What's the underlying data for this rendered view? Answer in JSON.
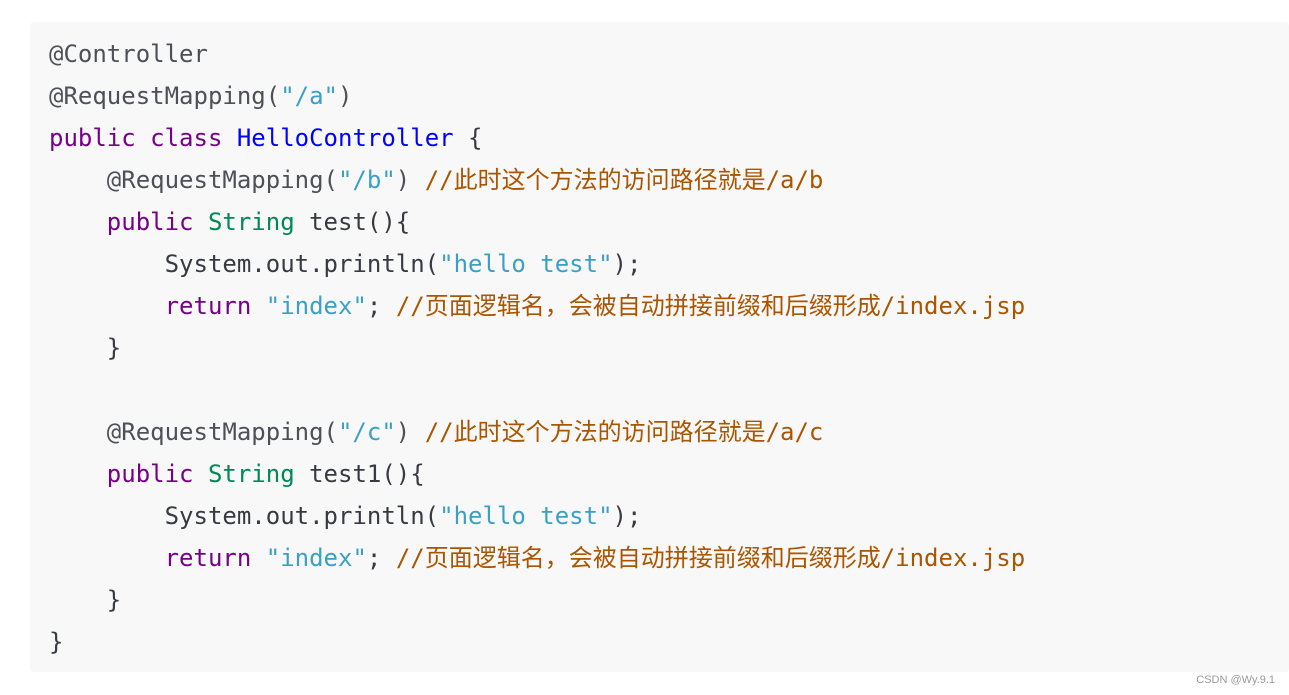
{
  "code": {
    "lines": [
      [
        {
          "t": "@Controller",
          "c": "ann"
        }
      ],
      [
        {
          "t": "@RequestMapping(",
          "c": "ann"
        },
        {
          "t": "\"/a\"",
          "c": "str"
        },
        {
          "t": ")",
          "c": "ann"
        }
      ],
      [
        {
          "t": "public",
          "c": "kw"
        },
        {
          "t": " ",
          "c": "plain"
        },
        {
          "t": "class",
          "c": "kw"
        },
        {
          "t": " ",
          "c": "plain"
        },
        {
          "t": "HelloController",
          "c": "cls"
        },
        {
          "t": " {",
          "c": "plain"
        }
      ],
      [
        {
          "t": "    @RequestMapping(",
          "c": "ann"
        },
        {
          "t": "\"/b\"",
          "c": "str"
        },
        {
          "t": ") ",
          "c": "ann"
        },
        {
          "t": "//此时这个方法的访问路径就是/a/b",
          "c": "cm"
        }
      ],
      [
        {
          "t": "    ",
          "c": "plain"
        },
        {
          "t": "public",
          "c": "kw"
        },
        {
          "t": " ",
          "c": "plain"
        },
        {
          "t": "String",
          "c": "type"
        },
        {
          "t": " test(){",
          "c": "plain"
        }
      ],
      [
        {
          "t": "        System.out.println(",
          "c": "plain"
        },
        {
          "t": "\"hello test\"",
          "c": "str"
        },
        {
          "t": ");",
          "c": "plain"
        }
      ],
      [
        {
          "t": "        ",
          "c": "plain"
        },
        {
          "t": "return",
          "c": "kw"
        },
        {
          "t": " ",
          "c": "plain"
        },
        {
          "t": "\"index\"",
          "c": "str"
        },
        {
          "t": "; ",
          "c": "plain"
        },
        {
          "t": "//页面逻辑名，会被自动拼接前缀和后缀形成/index.jsp",
          "c": "cm"
        }
      ],
      [
        {
          "t": "    }",
          "c": "plain"
        }
      ],
      [
        {
          "t": "",
          "c": "plain"
        }
      ],
      [
        {
          "t": "    @RequestMapping(",
          "c": "ann"
        },
        {
          "t": "\"/c\"",
          "c": "str"
        },
        {
          "t": ") ",
          "c": "ann"
        },
        {
          "t": "//此时这个方法的访问路径就是/a/c",
          "c": "cm"
        }
      ],
      [
        {
          "t": "    ",
          "c": "plain"
        },
        {
          "t": "public",
          "c": "kw"
        },
        {
          "t": " ",
          "c": "plain"
        },
        {
          "t": "String",
          "c": "type"
        },
        {
          "t": " test1(){",
          "c": "plain"
        }
      ],
      [
        {
          "t": "        System.out.println(",
          "c": "plain"
        },
        {
          "t": "\"hello test\"",
          "c": "str"
        },
        {
          "t": ");",
          "c": "plain"
        }
      ],
      [
        {
          "t": "        ",
          "c": "plain"
        },
        {
          "t": "return",
          "c": "kw"
        },
        {
          "t": " ",
          "c": "plain"
        },
        {
          "t": "\"index\"",
          "c": "str"
        },
        {
          "t": "; ",
          "c": "plain"
        },
        {
          "t": "//页面逻辑名，会被自动拼接前缀和后缀形成/index.jsp",
          "c": "cm"
        }
      ],
      [
        {
          "t": "    }",
          "c": "plain"
        }
      ],
      [
        {
          "t": "}",
          "c": "plain"
        }
      ]
    ]
  },
  "watermark": "CSDN @Wy.9.1",
  "colors": {
    "background": "#f8f8f8",
    "keyword": "#770088",
    "class_name": "#0000ff",
    "type": "#008855",
    "string": "#3aa0c6",
    "comment": "#aa5500",
    "annotation": "#4e5058"
  }
}
